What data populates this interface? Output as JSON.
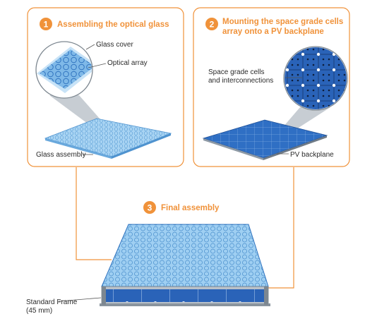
{
  "colors": {
    "accent": "#f0923a",
    "glass": "#8cc4ec",
    "glass_dark": "#4f93cf",
    "cell_blue": "#2a63b8",
    "frame_gray": "#9aa4ae",
    "leader": "#555555"
  },
  "steps": [
    {
      "number": "1",
      "title_lines": [
        "Assembling the optical glass"
      ]
    },
    {
      "number": "2",
      "title_lines": [
        "Mounting the space grade cells",
        "array onto a PV backplane"
      ]
    },
    {
      "number": "3",
      "title_lines": [
        "Final assembly"
      ]
    }
  ],
  "labels": {
    "glass_cover": "Glass cover",
    "optical_array": "Optical array",
    "glass_assembly": "Glass assembly",
    "cells_line1": "Space grade cells",
    "cells_line2": "and interconnections",
    "pv_backplane": "PV backplane",
    "frame_line1": "Standard Frame",
    "frame_line2": "(45 mm)"
  }
}
